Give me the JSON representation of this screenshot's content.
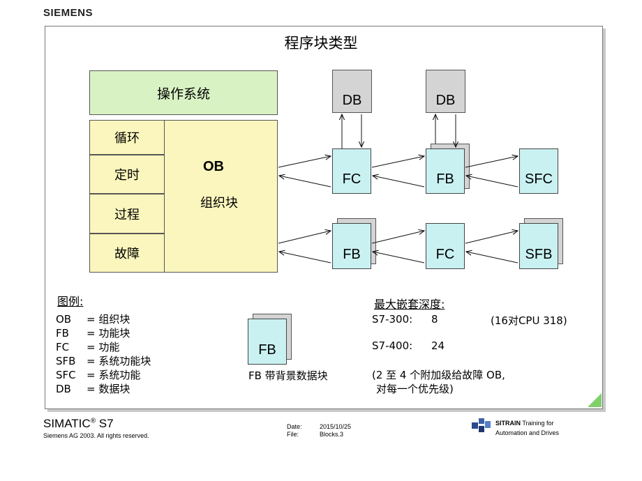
{
  "header": {
    "logo": "SIEMENS"
  },
  "diagram": {
    "title": "程序块类型",
    "os_label": "操作系统",
    "ob_label": "OB",
    "ob_sub": "组织块",
    "events": [
      "循环",
      "定时",
      "过程",
      "故障"
    ],
    "blocks": {
      "db1": "DB",
      "db2": "DB",
      "fc1": "FC",
      "fb1": "FB",
      "sfc": "SFC",
      "fb2": "FB",
      "fc2": "FC",
      "sfb": "SFB"
    }
  },
  "legend": {
    "heading": "图例:",
    "items": [
      {
        "abbr": "OB",
        "desc": "= 组织块"
      },
      {
        "abbr": "FB",
        "desc": "= 功能块"
      },
      {
        "abbr": "FC",
        "desc": "= 功能"
      },
      {
        "abbr": "SFB",
        "desc": "= 系统功能块"
      },
      {
        "abbr": "SFC",
        "desc": "= 系统功能"
      },
      {
        "abbr": "DB",
        "desc": "= 数据块"
      }
    ],
    "fb_example": "FB",
    "fb_caption": "FB 带背景数据块"
  },
  "nesting": {
    "heading": "最大嵌套深度:",
    "s7_300_label": "S7-300:",
    "s7_300_value": "8",
    "s7_300_note": "(16对CPU 318)",
    "s7_400_label": "S7-400:",
    "s7_400_value": "24",
    "note_line1": "(2 至 4 个附加级给故障 OB,",
    "note_line2": "对每一个优先级)"
  },
  "footer": {
    "product": "SIMATIC",
    "reg": "®",
    "product_model": " S7",
    "copyright": "Siemens AG 2003. All rights reserved.",
    "date_label": "Date:",
    "date_value": "2015/10/25",
    "file_label": "File:",
    "file_value": "Blocks.3",
    "sitrain": "SITRAIN",
    "tagline1": " Training for",
    "tagline2": "Automation and Drives"
  },
  "colors": {
    "os": "#d9f2c4",
    "ob": "#fbf6bd",
    "block": "#c9f1f2",
    "db": "#d4d4d4",
    "corner": "#7fcf6a"
  }
}
